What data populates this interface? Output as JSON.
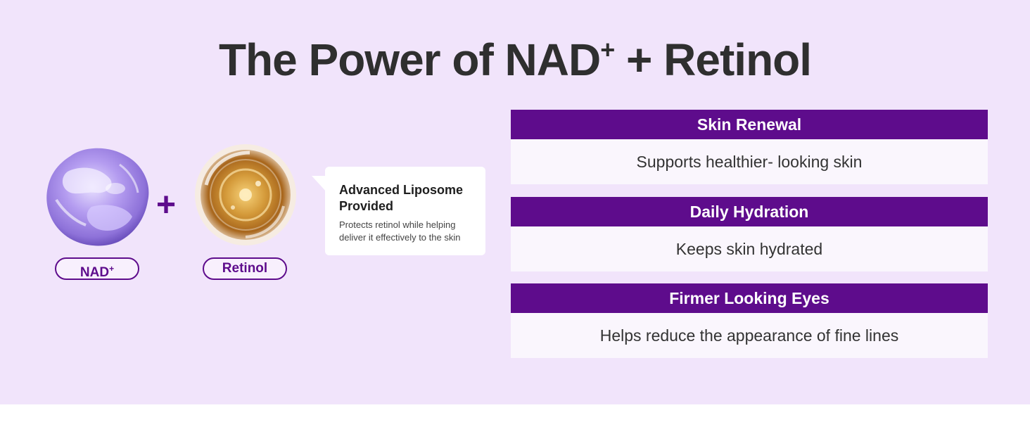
{
  "header": {
    "title_main": "The Power of NAD",
    "title_sup": "+",
    "title_tail": " + Retinol"
  },
  "ingredients": {
    "nad_label": "NAD",
    "nad_sup": "+",
    "plus_sign": "+",
    "retinol_label": "Retinol"
  },
  "bubble": {
    "title": "Advanced Liposome Provided",
    "text": "Protects retinol while helping deliver it effectively to the skin"
  },
  "benefits": [
    {
      "heading": "Skin Renewal",
      "description": "Supports healthier- looking skin"
    },
    {
      "heading": "Daily Hydration",
      "description": "Keeps skin hydrated"
    },
    {
      "heading": "Firmer Looking Eyes",
      "description": "Helps reduce the appearance of fine lines"
    }
  ],
  "colors": {
    "background": "#f1e4fb",
    "accent_purple": "#5e0c8c",
    "title_text": "#2f2f2f",
    "card_body": "#faf6fd",
    "nad_droplet": "#b49cf0",
    "retinol_droplet": "#d49a3a"
  }
}
